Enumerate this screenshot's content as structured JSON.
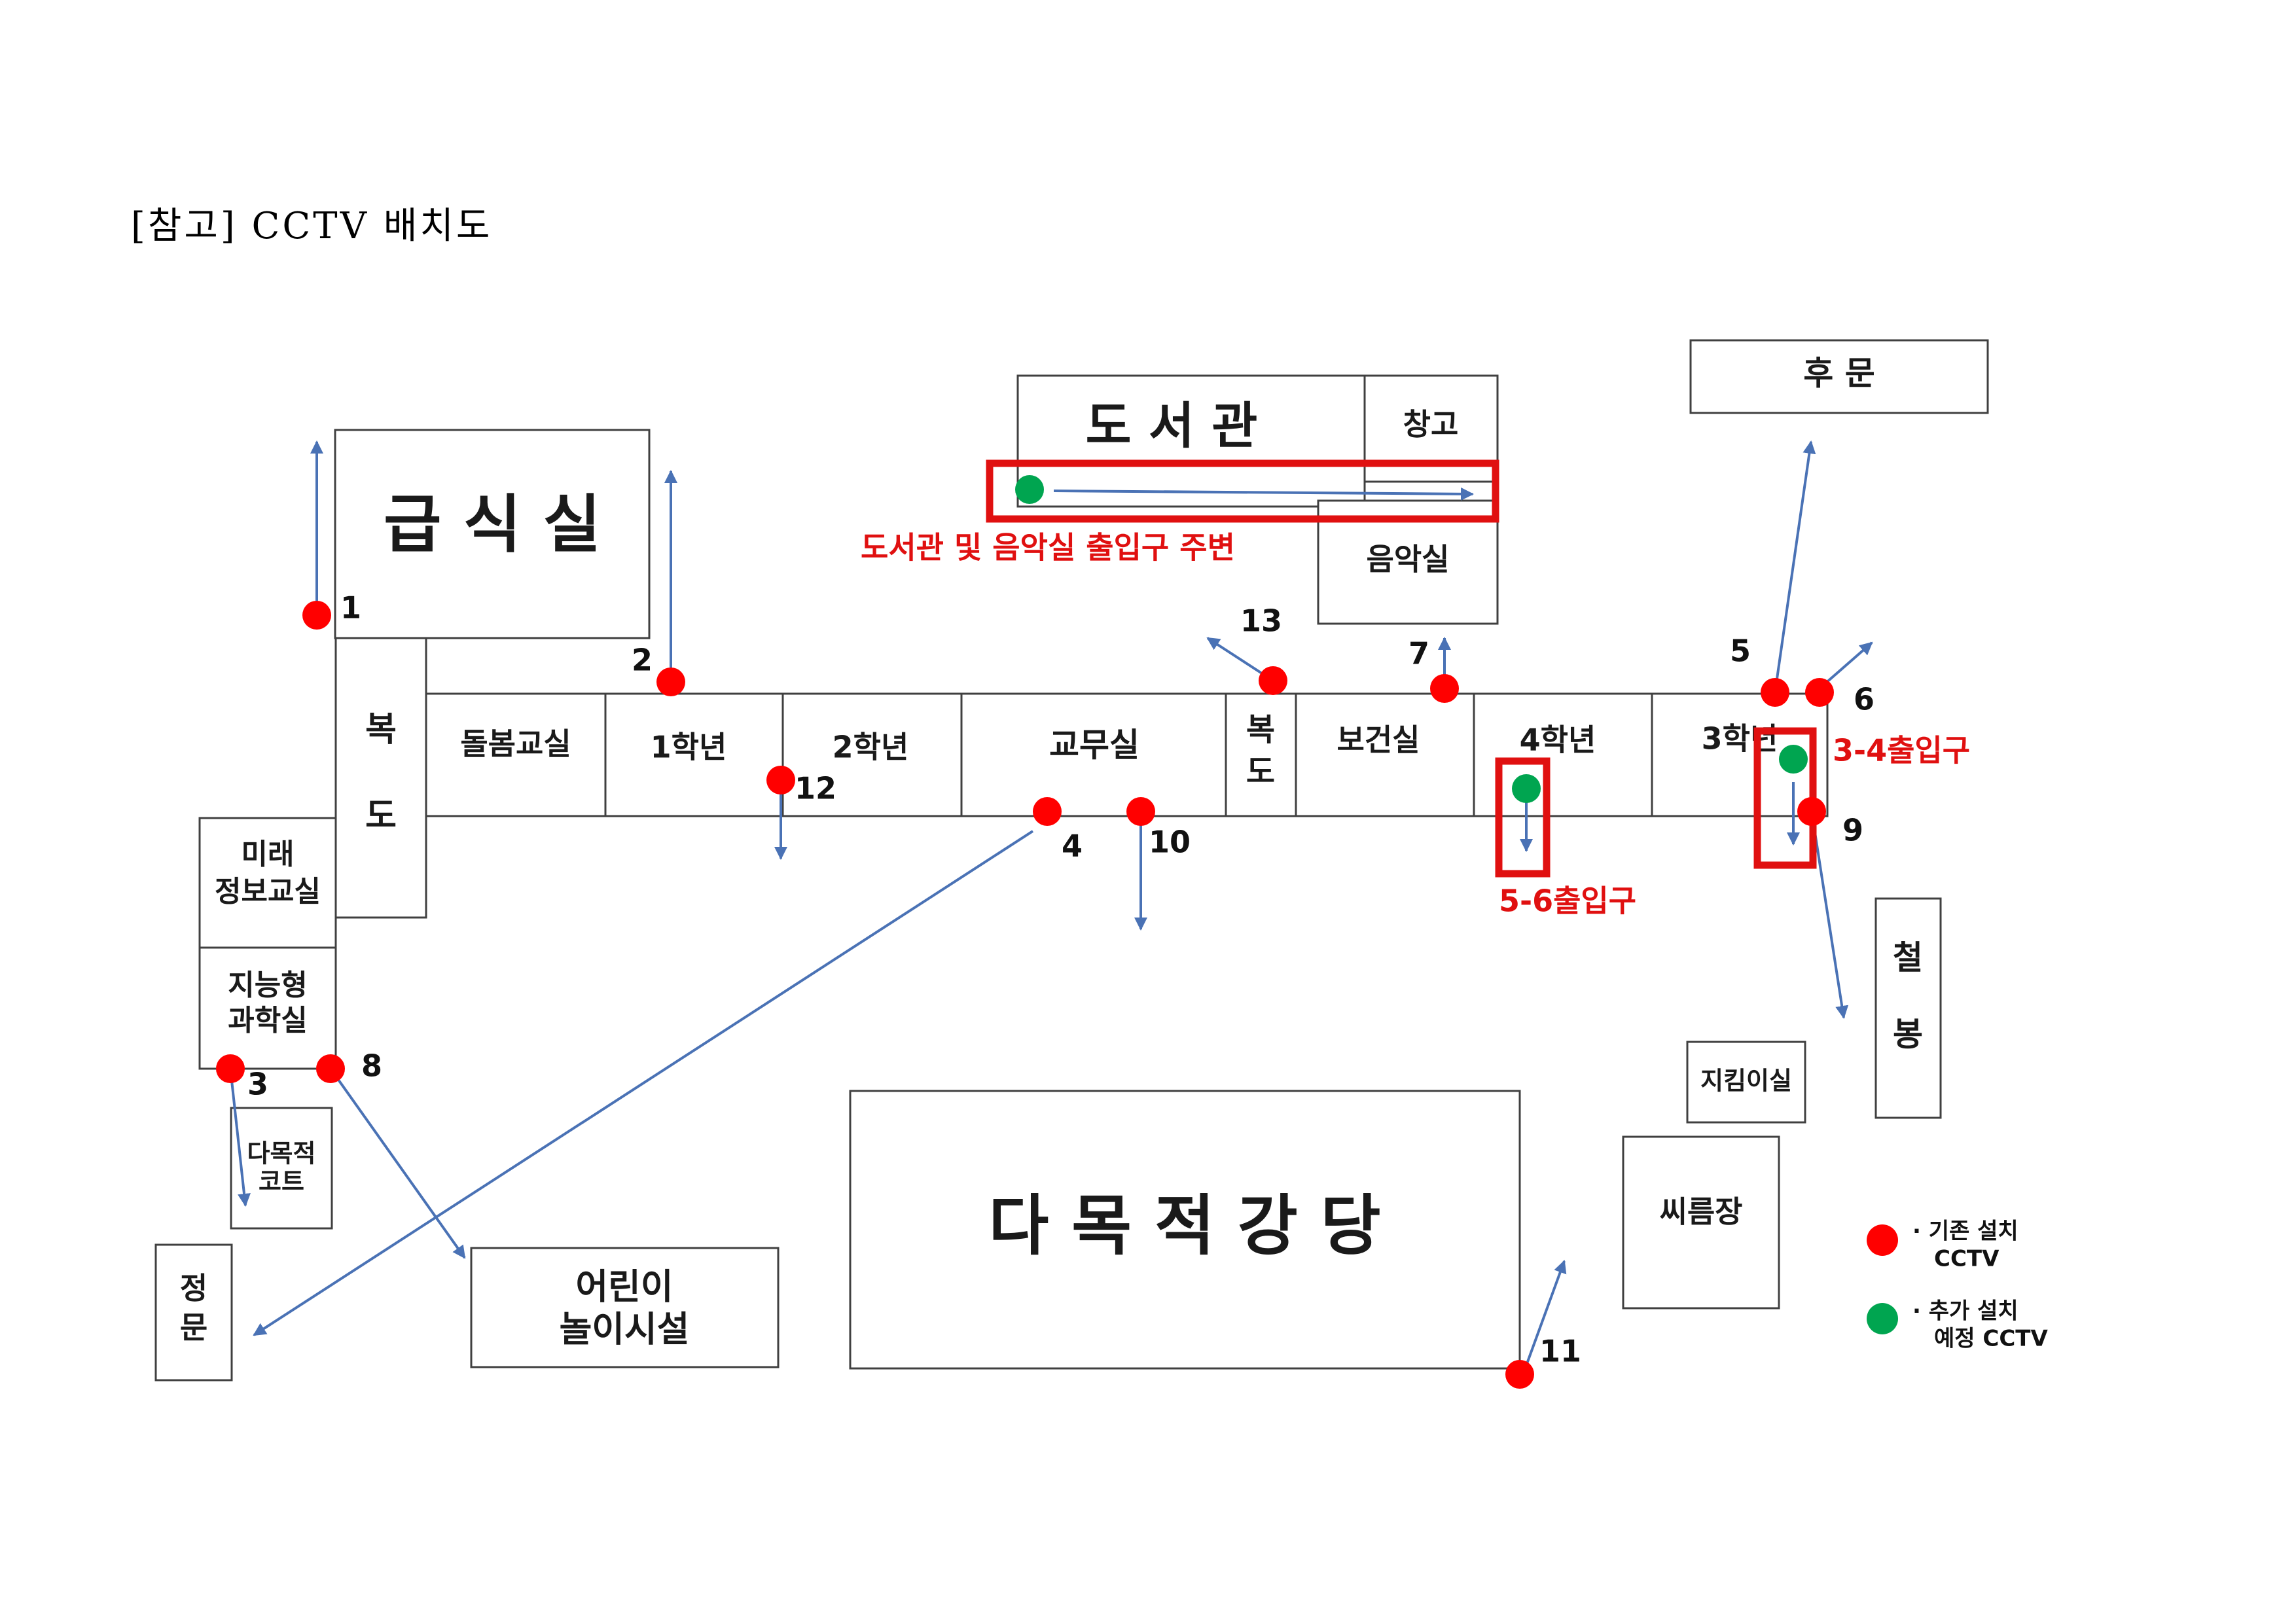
{
  "title": "[참고] CCTV 배치도",
  "rooms": {
    "cafeteria": "급 식 실",
    "corridor_left": [
      "복",
      "도"
    ],
    "care_room": "돌봄교실",
    "grade1": "1학년",
    "grade2": "2학년",
    "staff_room": "교무실",
    "corridor_mid": [
      "복",
      "도"
    ],
    "health_room": "보건실",
    "grade4": "4학년",
    "grade3": "3학년",
    "library": "도 서 관",
    "storage": "창고",
    "music_room": "음악실",
    "back_gate": "후 문",
    "future_info": [
      "미래",
      "정보교실"
    ],
    "science_room": [
      "지능형",
      "과학실"
    ],
    "multi_court": [
      "다목적",
      "코트"
    ],
    "main_gate": [
      "정",
      "문"
    ],
    "playground": [
      "어린이",
      "놀이시설"
    ],
    "auditorium": "다 목 적 강 당",
    "guard_room": "지킴이실",
    "wrestling": "씨름장",
    "iron_bar": [
      "철",
      "봉"
    ]
  },
  "cameras": {
    "existing": [
      "1",
      "2",
      "3",
      "4",
      "5",
      "6",
      "7",
      "8",
      "9",
      "10",
      "11",
      "12",
      "13"
    ]
  },
  "highlight_labels": {
    "library_music": "도서관 및 음악실 출입구 주변",
    "entrance_56": "5-6출입구",
    "entrance_34": "3-4출입구"
  },
  "legend": {
    "existing": [
      "· 기존 설치",
      "CCTV"
    ],
    "planned": [
      "· 추가 설치",
      "예정 CCTV"
    ]
  },
  "colors": {
    "existing_cctv": "#ff0000",
    "planned_cctv": "#00a550",
    "highlight": "#e01010",
    "arrow": "#4a72b5"
  }
}
